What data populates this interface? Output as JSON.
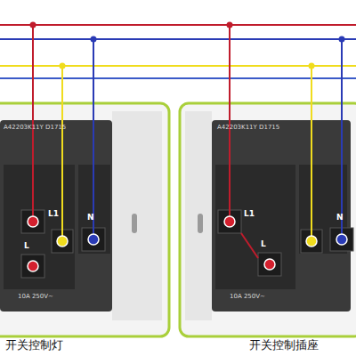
{
  "diagram": {
    "labels": [
      "A42203K11Y D1715",
      "L1",
      "L",
      "N",
      "10A 250V~",
      "A42203K11Y D1715",
      "L1",
      "L",
      "N",
      "10A 250V~",
      "开关控制灯",
      "开关控制插座"
    ]
  }
}
